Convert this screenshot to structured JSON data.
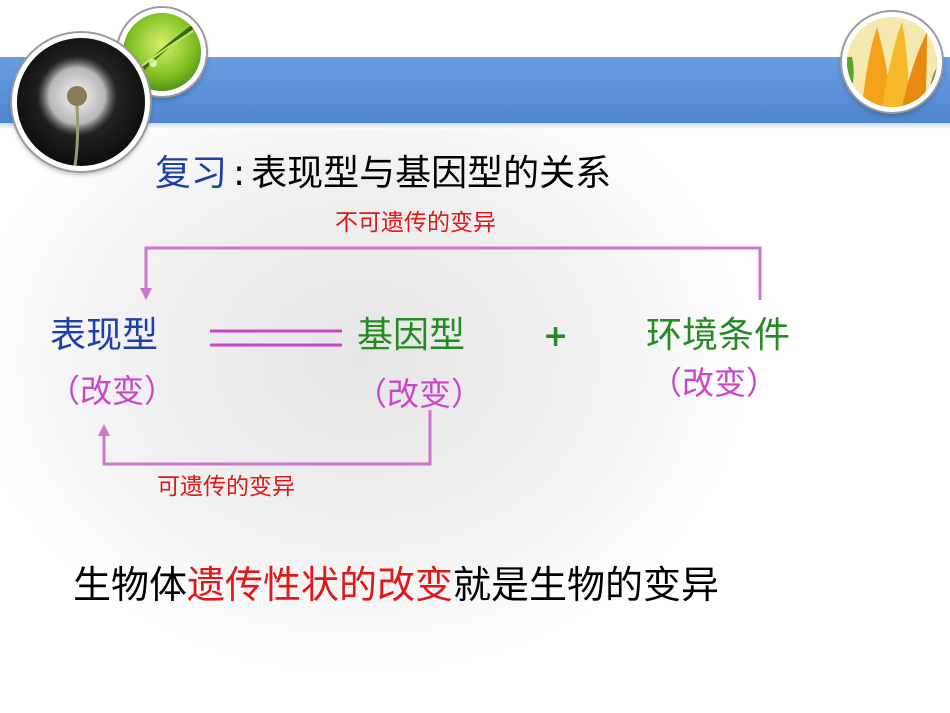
{
  "title": {
    "prefix": "复习",
    "colon": ":",
    "text": "表现型与基因型的关系"
  },
  "top_note": "不可遗传的变异",
  "bottom_note": "可遗传的变异",
  "nodes": {
    "phenotype": {
      "label": "表现型",
      "paren": "（改变）"
    },
    "genotype": {
      "label": "基因型",
      "paren": "（改变）"
    },
    "plus": "+",
    "environment": {
      "label": "环境条件",
      "paren": "（改变）"
    }
  },
  "conclusion": {
    "part1": "生物体",
    "highlight": "遗传性状的改变",
    "part2": "就是生物的变异"
  },
  "colors": {
    "banner": "#5b8fd8",
    "title_prefix": "#1f3fa8",
    "note": "#e01818",
    "phenotype": "#1f3fa8",
    "genotype": "#228b22",
    "environment": "#228b22",
    "paren": "#cc44cc",
    "connector": "#cc66cc"
  },
  "icons": [
    "dandelion-photo",
    "green-leaf-photo",
    "tulip-photo"
  ]
}
